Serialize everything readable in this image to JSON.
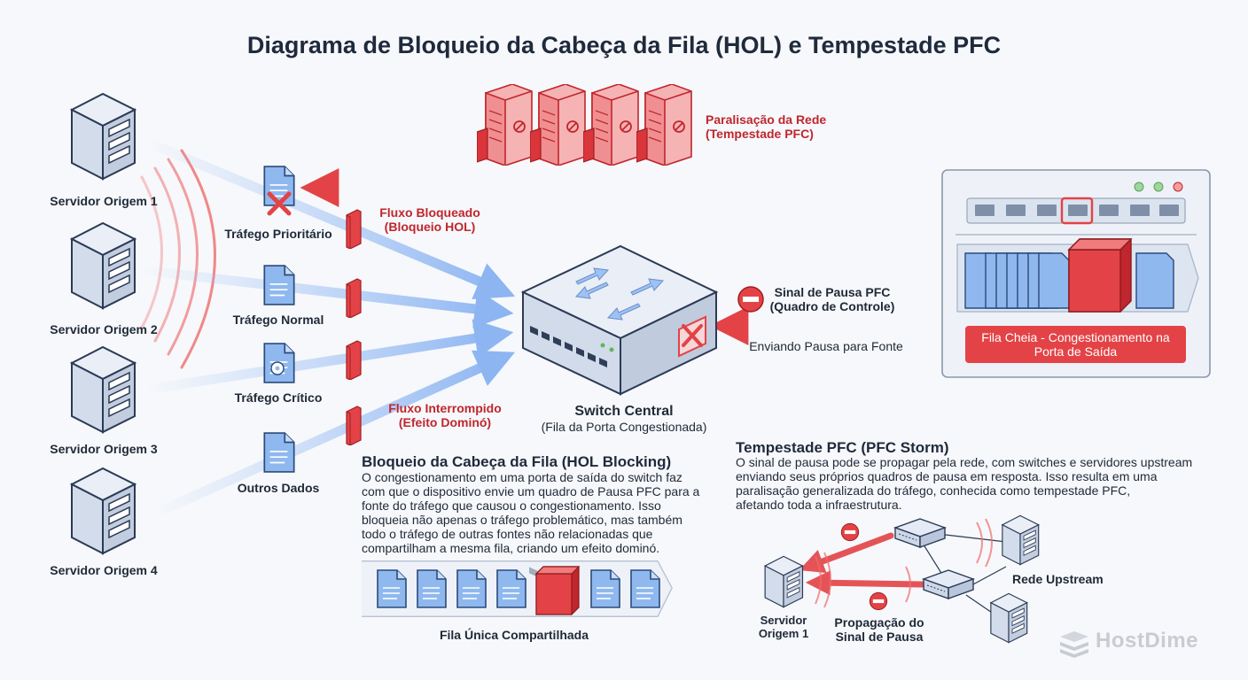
{
  "title": "Diagrama de Bloqueio da Cabeça da Fila (HOL) e Tempestade PFC",
  "servers": [
    {
      "label": "Servidor Origem 1"
    },
    {
      "label": "Servidor Origem 2"
    },
    {
      "label": "Servidor Origem 3"
    },
    {
      "label": "Servidor Origem 4"
    }
  ],
  "traffic": [
    {
      "label": "Tráfego Prioritário",
      "icon": "blocked-document-icon"
    },
    {
      "label": "Tráfego Normal",
      "icon": "document-icon"
    },
    {
      "label": "Tráfego Crítico",
      "icon": "gear-document-icon"
    },
    {
      "label": "Outros Dados",
      "icon": "document-icon"
    }
  ],
  "flow_blocked": {
    "line1": "Fluxo Bloqueado",
    "line2": "(Bloqueio HOL)"
  },
  "flow_interrupted": {
    "line1": "Fluxo Interrompido",
    "line2": "(Efeito Dominó)"
  },
  "network_halt": {
    "line1": "Paralisação da Rede",
    "line2": "(Tempestade PFC)"
  },
  "pause_signal": {
    "line1": "Sinal de Pausa PFC",
    "line2": "(Quadro de Controle)",
    "caption": "Enviando Pausa para Fonte"
  },
  "switch": {
    "title": "Switch Central",
    "subtitle": "(Fila da Porta Congestionada)"
  },
  "queue_full": {
    "line1": "Fila Cheia - Congestionamento na",
    "line2": "Porta de Saída"
  },
  "hol": {
    "title": "Bloqueio da Cabeça da Fila (HOL Blocking)",
    "lines": [
      "O congestionamento em uma porta de saída do switch faz",
      "com que o dispositivo envie um quadro de Pausa PFC para a",
      "fonte do tráfego que causou o congestionamento. Isso",
      "bloqueia não apenas o tráfego problemático, mas também",
      "todo o tráfego de outras fontes não relacionadas que",
      "compartilham a mesma fila, criando um efeito dominó."
    ],
    "queue_label": "Fila Única Compartilhada"
  },
  "storm": {
    "title": "Tempestade PFC (PFC Storm)",
    "lines": [
      "O sinal de pausa pode se propagar pela rede, com switches e servidores upstream",
      "enviando seus próprios quadros de pausa em resposta. Isso resulta em uma",
      "paralisação generalizada do tráfego, conhecida como tempestade PFC,",
      "afetando toda a infraestrutura."
    ],
    "upstream_label": "Rede Upstream",
    "origin_line1": "Servidor",
    "origin_line2": "Origem 1",
    "prop_line1": "Propagação do",
    "prop_line2": "Sinal de Pausa"
  },
  "brand": "HostDime",
  "colors": {
    "accent_red": "#e34346",
    "dark_red": "#c0262d",
    "flow_blue": "#9ec1f5",
    "file_blue": "#8fb8ef"
  }
}
